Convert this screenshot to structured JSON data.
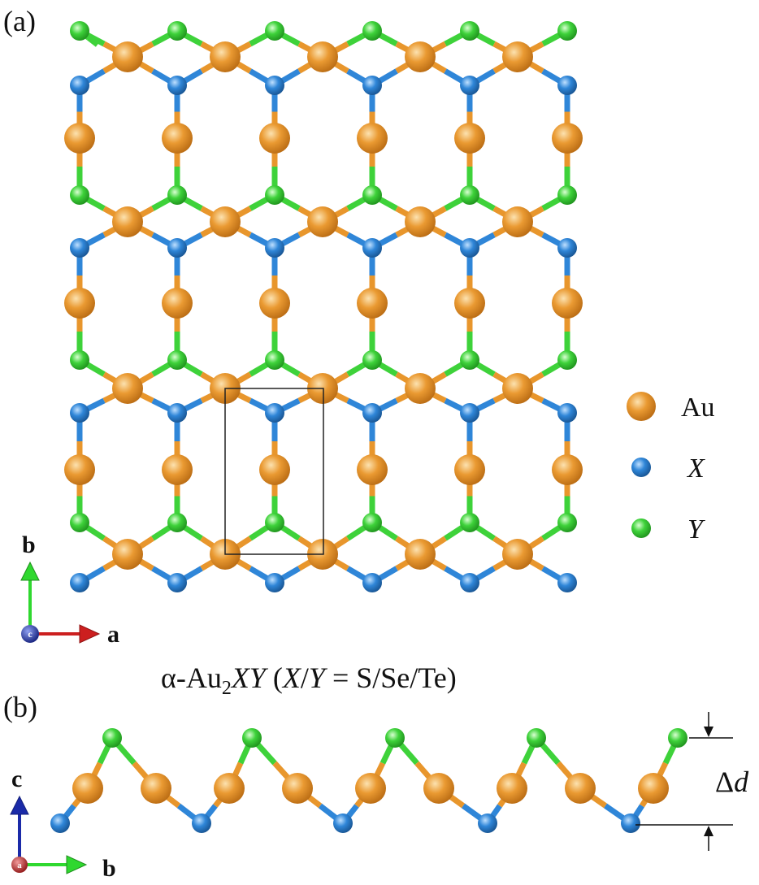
{
  "panel_a": {
    "label": "(a)",
    "axes": {
      "up": "b",
      "right": "a",
      "center": "c"
    },
    "caption": {
      "alpha": "α",
      "prefix": "-Au",
      "sub": "2",
      "xy": "XY",
      "paren_open": " (",
      "x": "X",
      "slash": "/",
      "y": "Y",
      "rest": " =  S/Se/Te)"
    }
  },
  "legend": [
    {
      "label": "Au",
      "italic": false,
      "color": "#e8962c"
    },
    {
      "label": "X",
      "italic": true,
      "color": "#2f86d8"
    },
    {
      "label": "Y",
      "italic": true,
      "color": "#3ed23a"
    }
  ],
  "panel_b": {
    "label": "(b)",
    "axes": {
      "up": "c",
      "right": "b",
      "center": "a"
    },
    "dimension": {
      "delta": "Δ",
      "var": "d"
    }
  },
  "colors": {
    "au": "#e8962c",
    "x": "#2f86d8",
    "y": "#3ed23a",
    "axis_red": "#cc1f1f",
    "axis_green": "#2fd82f",
    "axis_blue": "#1a2aa8"
  }
}
